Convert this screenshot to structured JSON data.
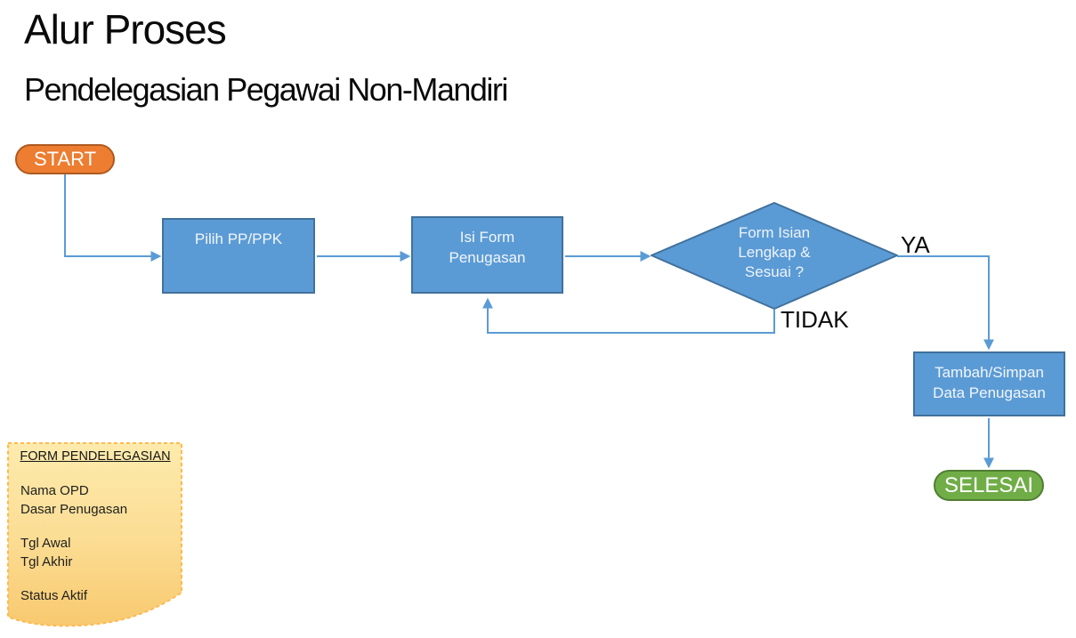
{
  "page": {
    "title": "Alur Proses",
    "subtitle": "Pendelegasian Pegawai Non-Mandiri"
  },
  "flowchart": {
    "nodes": {
      "start": "START",
      "pilih": "Pilih PP/PPK",
      "isi_form": "Isi Form\nPenugasan",
      "decision": "Form Isian\nLengkap &\nSesuai ?",
      "tambah": "Tambah/Simpan\nData Penugasan",
      "end": "SELESAI"
    },
    "edge_labels": {
      "yes": "YA",
      "no": "TIDAK"
    }
  },
  "note": {
    "title": "FORM PENDELEGASIAN",
    "lines": [
      "Nama OPD",
      "Dasar Penugasan",
      "",
      "Tgl Awal",
      "Tgl Akhir",
      "",
      "Status Aktif"
    ]
  },
  "colors": {
    "process_fill": "#5B9BD5",
    "process_border": "#41719C",
    "start_fill": "#ED7D31",
    "start_border": "#AE5A21",
    "end_fill": "#70AD47",
    "end_border": "#507E32",
    "connector": "#5B9BD5",
    "note_fill_top": "#FDEBAD",
    "note_fill_bottom": "#F8C96F",
    "note_border": "#FFB950",
    "text_on_shapes": "#FFFFFF",
    "text_default": "#0A0A0A"
  }
}
